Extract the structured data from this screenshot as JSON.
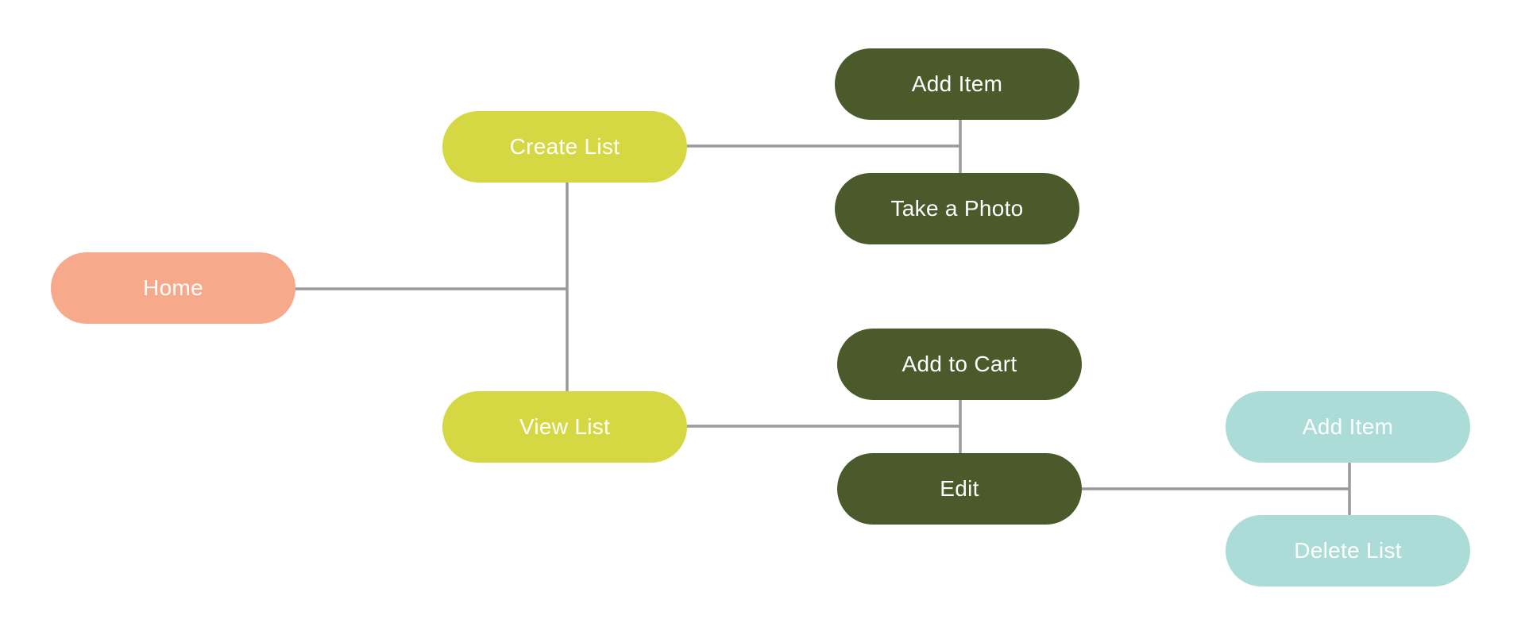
{
  "colors": {
    "home": "#F7A98C",
    "level1": "#D5D843",
    "level2": "#4B5A2A",
    "level3": "#ACDCD8",
    "connector": "#9A9A9A"
  },
  "nodes": {
    "home": "Home",
    "create_list": "Create List",
    "view_list": "View List",
    "add_item": "Add Item",
    "take_photo": "Take a Photo",
    "add_to_cart": "Add to Cart",
    "edit": "Edit",
    "edit_add_item": "Add Item",
    "delete_list": "Delete List"
  }
}
